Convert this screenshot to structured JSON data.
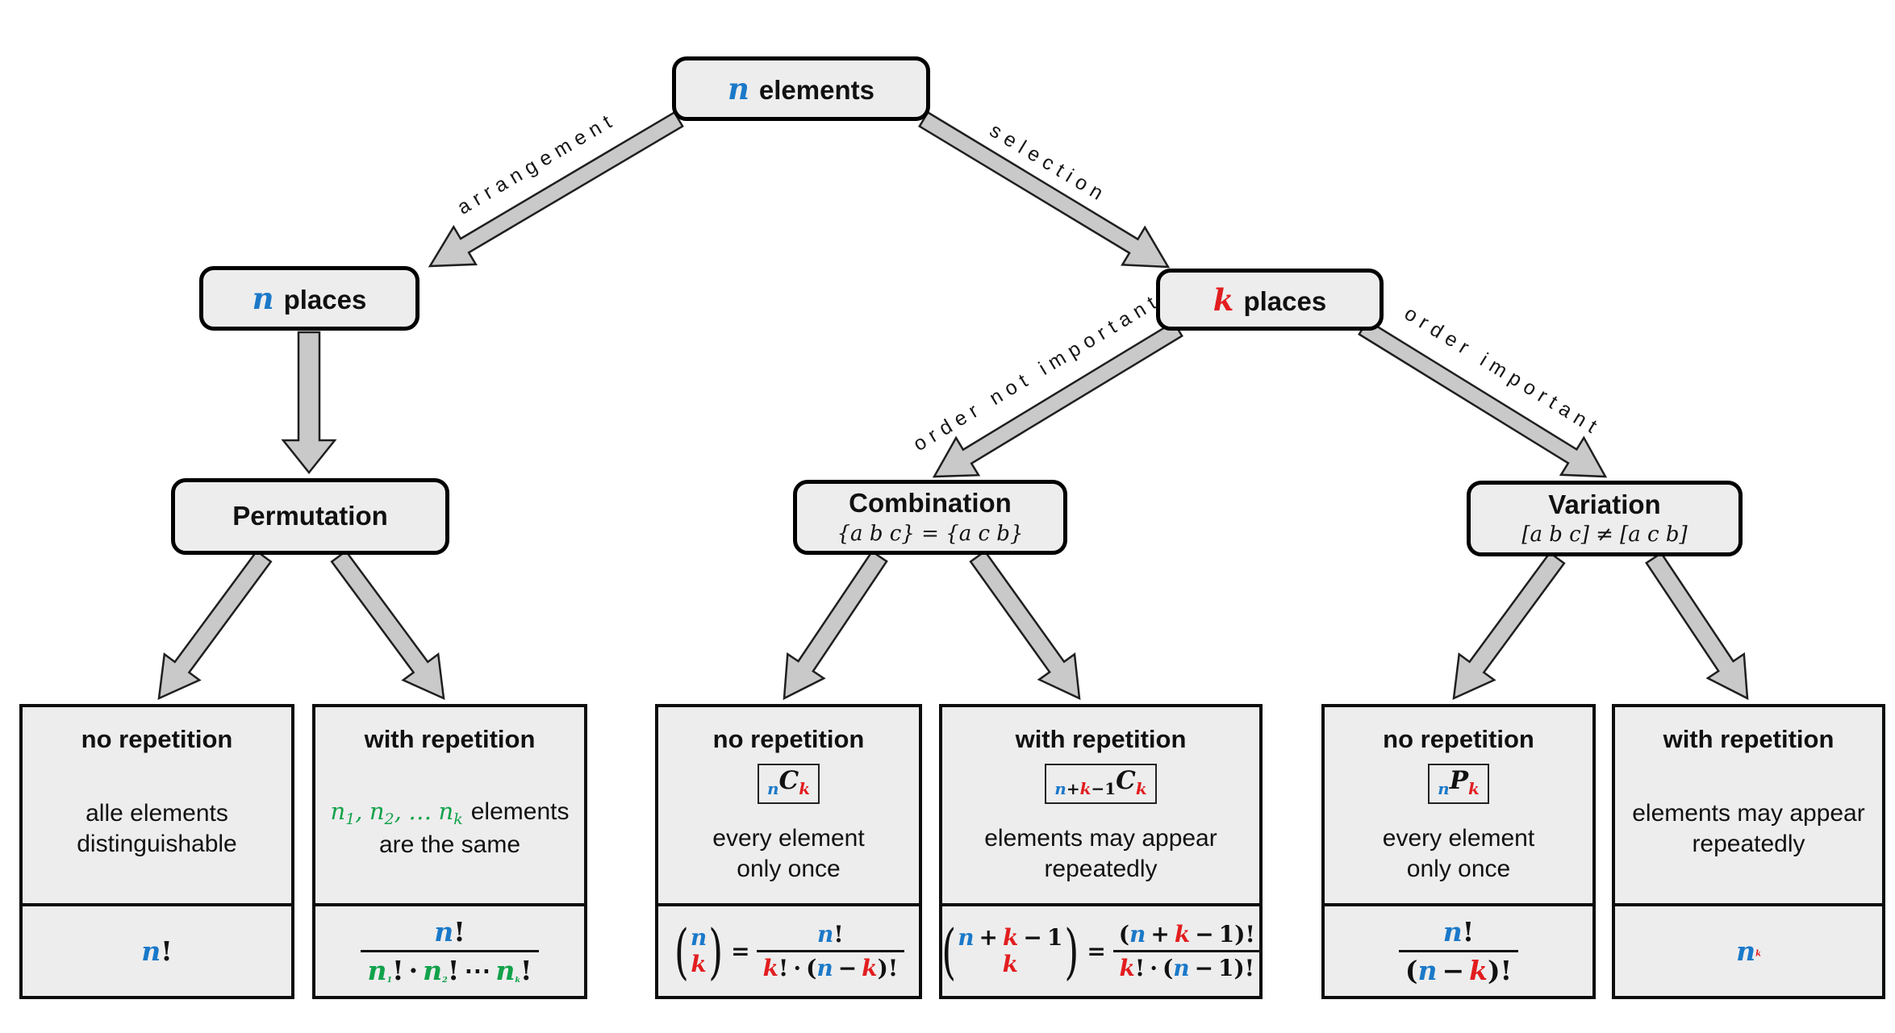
{
  "colors": {
    "blue": "#1b79c9",
    "red": "#e21d1f",
    "green": "#12a24b",
    "box_fill": "#ededed",
    "arrow_fill": "#c9c9c9"
  },
  "nodes": {
    "root": {
      "var": "n",
      "label": "elements"
    },
    "n_places": {
      "var": "n",
      "label": "places"
    },
    "k_places": {
      "var": "k",
      "label": "places"
    },
    "permutation": {
      "title": "Permutation"
    },
    "combination": {
      "title": "Combination",
      "subtitle": "{a b c} = {a c b}"
    },
    "variation": {
      "title": "Variation",
      "subtitle": "[a b c] ≠ [a c b]"
    }
  },
  "edges": {
    "arrangement": "arrangement",
    "selection": "selection",
    "order_not_important": "order not important",
    "order_important": "order important"
  },
  "sym": {
    "n": "n",
    "k": "k",
    "C": "C",
    "P": "P",
    "plus": "+",
    "minus": "−",
    "one": "1",
    "bang": "!",
    "cdot": "·",
    "cdots": "⋯",
    "eq": "=",
    "lp": "(",
    "rp": ")",
    "s1": "1",
    "s2": "2",
    "sk": "k",
    "comma": ",",
    "dots": "…"
  },
  "leaves": [
    {
      "heading": "no repetition",
      "desc1": "alle elements",
      "desc2": "distinguishable"
    },
    {
      "heading": "with repetition",
      "desc1_suffix": "elements",
      "desc2": "are the same"
    },
    {
      "heading": "no repetition",
      "desc1": "every element",
      "desc2": "only once"
    },
    {
      "heading": "with repetition",
      "desc1": "elements may appear",
      "desc2": "repeatedly"
    },
    {
      "heading": "no repetition",
      "desc1": "every element",
      "desc2": "only once"
    },
    {
      "heading": "with repetition",
      "desc1": "elements may appear",
      "desc2": "repeatedly"
    }
  ]
}
